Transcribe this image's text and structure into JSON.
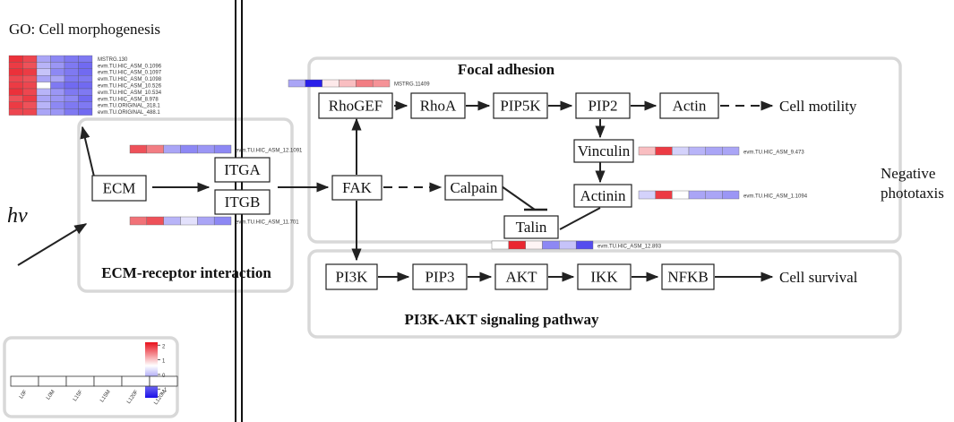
{
  "go_title": "GO: Cell morphogenesis",
  "go_heatmap": {
    "genes": [
      "MSTRG.130",
      "evm.TU.HIC_ASM_0.1096",
      "evm.TU.HIC_ASM_0.1097",
      "evm.TU.HIC_ASM_0.1098",
      "evm.TU.HIC_ASM_10.526",
      "evm.TU.HIC_ASM_10.534",
      "evm.TU.HIC_ASM_8.978",
      "evm.TU.ORIGINAL_318.1",
      "evm.TU.ORIGINAL_488.1"
    ],
    "values": [
      [
        1.9,
        1.7,
        -0.6,
        -0.8,
        -0.9,
        -0.9
      ],
      [
        1.8,
        1.6,
        -0.5,
        -0.7,
        -0.9,
        -1.0
      ],
      [
        1.9,
        1.8,
        -0.4,
        -0.8,
        -0.9,
        -1.0
      ],
      [
        1.7,
        1.6,
        -0.6,
        -0.6,
        -0.9,
        -0.9
      ],
      [
        1.8,
        1.7,
        0.0,
        -0.9,
        -1.0,
        -1.0
      ],
      [
        1.9,
        1.7,
        -0.5,
        -0.7,
        -0.9,
        -0.9
      ],
      [
        1.6,
        1.8,
        -0.6,
        -0.7,
        -0.8,
        -1.0
      ],
      [
        1.8,
        1.6,
        -0.5,
        -0.8,
        -0.9,
        -0.9
      ],
      [
        1.7,
        1.7,
        -0.6,
        -0.7,
        -0.9,
        -1.0
      ]
    ]
  },
  "panels": {
    "focal": "Focal adhesion",
    "ecm": "ECM-receptor interaction",
    "pi3k": "PI3K-AKT signaling pathway"
  },
  "nodes": {
    "ecm": "ECM",
    "itga": "ITGA",
    "itgb": "ITGB",
    "fak": "FAK",
    "rhogef": "RhoGEF",
    "rhoa": "RhoA",
    "pip5k": "PIP5K",
    "pip2": "PIP2",
    "actin": "Actin",
    "vinculin": "Vinculin",
    "actinin": "Actinin",
    "calpain": "Calpain",
    "talin": "Talin",
    "pi3k": "PI3K",
    "pip3": "PIP3",
    "akt": "AKT",
    "ikk": "IKK",
    "nfkb": "NFKB"
  },
  "outcomes": {
    "motility": "Cell motility",
    "survival": "Cell survival",
    "phototaxis_line1": "Negative",
    "phototaxis_line2": "phototaxis"
  },
  "light_symbol": "hv",
  "gene_strips": [
    {
      "id": "rhogef",
      "label": "MSTRG.11409",
      "values": [
        -0.6,
        -1.5,
        0.2,
        0.6,
        1.2,
        1.0
      ]
    },
    {
      "id": "itga",
      "label": "evm.TU.HIC_ASM_12.1091",
      "values": [
        1.6,
        1.2,
        -0.6,
        -0.8,
        -0.7,
        -0.8
      ]
    },
    {
      "id": "itgb",
      "label": "evm.TU.HIC_ASM_11.701",
      "values": [
        1.3,
        1.6,
        -0.5,
        -0.2,
        -0.6,
        -0.8
      ]
    },
    {
      "id": "vinculin",
      "label": "evm.TU.HIC_ASM_9.473",
      "values": [
        0.6,
        1.8,
        -0.3,
        -0.5,
        -0.6,
        -0.6
      ]
    },
    {
      "id": "actinin",
      "label": "evm.TU.HIC_ASM_1.1094",
      "values": [
        -0.3,
        1.8,
        0.0,
        -0.6,
        -0.6,
        -0.7
      ]
    },
    {
      "id": "talin",
      "label": "evm.TU.HIC_ASM_12.893",
      "values": [
        0.0,
        2.0,
        0.1,
        -0.8,
        -0.4,
        -1.2
      ]
    }
  ],
  "legend": {
    "samples": [
      "L0F",
      "L0M",
      "L15F",
      "L15M",
      "L120F",
      "L120M"
    ],
    "ticks": [
      "2",
      "1",
      "0",
      "-1"
    ],
    "range": [
      -1.6,
      2.2
    ]
  },
  "colors": {
    "high": "#e8101b",
    "mid": "#ffffff",
    "low": "#1b10e8",
    "panel_border": "#d8d8d8",
    "edge": "#222222"
  }
}
